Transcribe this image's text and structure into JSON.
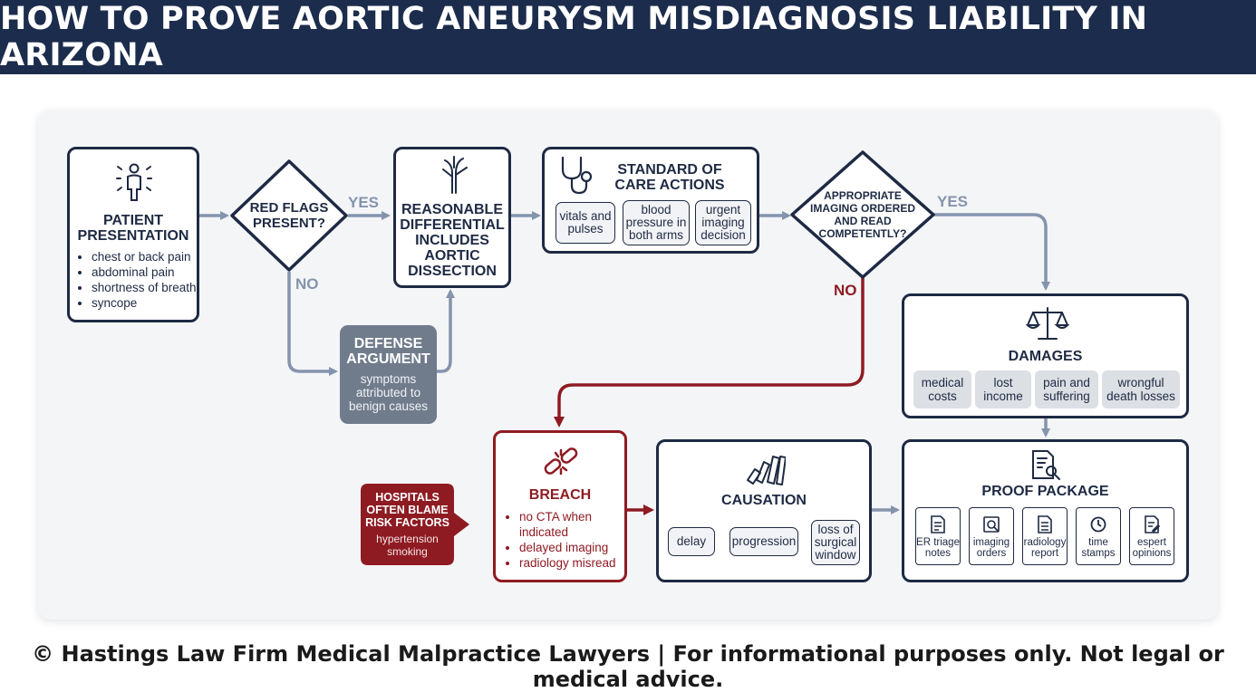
{
  "header": {
    "title": "HOW TO PROVE AORTIC ANEURYSM MISDIAGNOSIS LIABILITY IN ARIZONA"
  },
  "patient": {
    "title": "PATIENT PRESENTATION",
    "items": [
      "chest or back pain",
      "abdominal pain",
      "shortness of breath",
      "syncope"
    ]
  },
  "red_flags": {
    "question": "RED FLAGS PRESENT?",
    "yes": "YES",
    "no": "NO"
  },
  "differential": {
    "title": "REASONABLE DIFFERENTIAL INCLUDES AORTIC DISSECTION"
  },
  "defense": {
    "title": "DEFENSE ARGUMENT",
    "text": "symptoms attributed to benign causes"
  },
  "standard": {
    "title": "STANDARD OF CARE ACTIONS",
    "chips": [
      "vitals and pulses",
      "blood pressure in both arms",
      "urgent imaging decision"
    ]
  },
  "imaging": {
    "question": "APPROPRIATE IMAGING ORDERED AND READ COMPETENTLY?",
    "yes": "YES",
    "no": "NO"
  },
  "damages": {
    "title": "DAMAGES",
    "chips": [
      "medical costs",
      "lost income",
      "pain and suffering",
      "wrongful death losses"
    ]
  },
  "hospitals": {
    "title": "HOSPITALS OFTEN BLAME RISK FACTORS",
    "text": "hypertension smoking"
  },
  "breach": {
    "title": "BREACH",
    "items": [
      "no CTA when indicated",
      "delayed imaging",
      "radiology misread"
    ]
  },
  "causation": {
    "title": "CAUSATION",
    "steps": [
      "delay",
      "progression",
      "loss of surgical window"
    ]
  },
  "proof": {
    "title": "PROOF PACKAGE",
    "docs": [
      "ER triage notes",
      "imaging orders",
      "radiology report",
      "time stamps",
      "espert opinions"
    ]
  },
  "footer": {
    "text": "© Hastings Law Firm Medical Malpractice Lawyers | For informational purposes only. Not legal or medical advice."
  },
  "colors": {
    "navy": "#1c2c4c",
    "arrow": "#8494ad",
    "red": "#8e1b22",
    "gray_box": "#707c8c",
    "panel": "#f4f5f7"
  }
}
